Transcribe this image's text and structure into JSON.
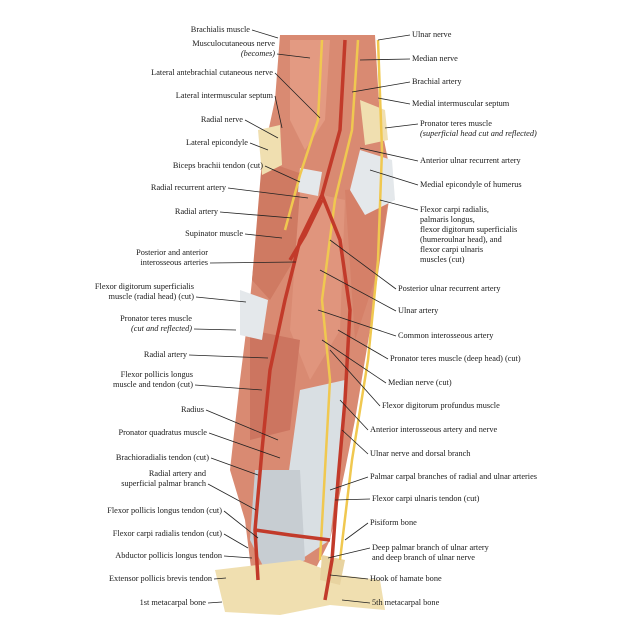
{
  "left_labels": [
    {
      "id": "brachialis",
      "lines": [
        "Brachialis muscle"
      ]
    },
    {
      "id": "musculocutaneous",
      "lines": [
        "Musculocutaneous nerve",
        "(becomes)"
      ]
    },
    {
      "id": "lat-antebrachial",
      "lines": [
        "Lateral antebrachial cutaneous nerve"
      ]
    },
    {
      "id": "lat-intermuscular",
      "lines": [
        "Lateral intermuscular septum"
      ]
    },
    {
      "id": "radial-nerve",
      "lines": [
        "Radial nerve"
      ]
    },
    {
      "id": "lat-epicondyle",
      "lines": [
        "Lateral epicondyle"
      ]
    },
    {
      "id": "biceps-tendon",
      "lines": [
        "Biceps brachii tendon (cut)"
      ]
    },
    {
      "id": "radial-recurrent",
      "lines": [
        "Radial recurrent artery"
      ]
    },
    {
      "id": "radial-artery-1",
      "lines": [
        "Radial artery"
      ]
    },
    {
      "id": "supinator",
      "lines": [
        "Supinator muscle"
      ]
    },
    {
      "id": "post-ant-interosseous",
      "lines": [
        "Posterior and anterior",
        "interosseous arteries"
      ]
    },
    {
      "id": "fds-radial-head",
      "lines": [
        "Flexor digitorum superficialis",
        "muscle (radial head) (cut)"
      ]
    },
    {
      "id": "pronator-teres-cut",
      "lines": [
        "Pronator teres muscle",
        "(cut and reflected)"
      ]
    },
    {
      "id": "radial-artery-2",
      "lines": [
        "Radial artery"
      ]
    },
    {
      "id": "fpl-muscle",
      "lines": [
        "Flexor pollicis longus",
        "muscle and tendon (cut)"
      ]
    },
    {
      "id": "radius",
      "lines": [
        "Radius"
      ]
    },
    {
      "id": "pronator-quadratus",
      "lines": [
        "Pronator quadratus muscle"
      ]
    },
    {
      "id": "brachioradialis-tendon",
      "lines": [
        "Brachioradialis tendon (cut)"
      ]
    },
    {
      "id": "radial-superficial-palmar",
      "lines": [
        "Radial artery and",
        "superficial palmar branch"
      ]
    },
    {
      "id": "fpl-tendon",
      "lines": [
        "Flexor pollicis longus tendon (cut)"
      ]
    },
    {
      "id": "fcr-tendon",
      "lines": [
        "Flexor carpi radialis tendon (cut)"
      ]
    },
    {
      "id": "apl-tendon",
      "lines": [
        "Abductor pollicis longus tendon"
      ]
    },
    {
      "id": "epb-tendon",
      "lines": [
        "Extensor pollicis brevis tendon"
      ]
    },
    {
      "id": "metacarpal-1",
      "lines": [
        "1st metacarpal bone"
      ]
    }
  ],
  "right_labels": [
    {
      "id": "ulnar-nerve",
      "lines": [
        "Ulnar nerve"
      ]
    },
    {
      "id": "median-nerve",
      "lines": [
        "Median nerve"
      ]
    },
    {
      "id": "brachial-artery",
      "lines": [
        "Brachial artery"
      ]
    },
    {
      "id": "med-intermuscular",
      "lines": [
        "Medial intermuscular septum"
      ]
    },
    {
      "id": "pronator-teres-sup",
      "lines": [
        "Pronator teres muscle",
        "(superficial head cut and reflected)"
      ]
    },
    {
      "id": "ant-ulnar-recurrent",
      "lines": [
        "Anterior ulnar recurrent artery"
      ]
    },
    {
      "id": "med-epicondyle",
      "lines": [
        "Medial epicondyle of humerus"
      ]
    },
    {
      "id": "flexor-group",
      "lines": [
        "Flexor carpi radialis,",
        "palmaris longus,",
        "flexor digitorum superficialis",
        "(humeroulnar head), and",
        "flexor carpi ulnaris",
        "muscles (cut)"
      ]
    },
    {
      "id": "post-ulnar-recurrent",
      "lines": [
        "Posterior ulnar recurrent artery"
      ]
    },
    {
      "id": "ulnar-artery",
      "lines": [
        "Ulnar artery"
      ]
    },
    {
      "id": "common-interosseous",
      "lines": [
        "Common interosseous artery"
      ]
    },
    {
      "id": "pronator-deep",
      "lines": [
        "Pronator teres muscle (deep head) (cut)"
      ]
    },
    {
      "id": "median-nerve-cut",
      "lines": [
        "Median nerve (cut)"
      ]
    },
    {
      "id": "fdp-muscle",
      "lines": [
        "Flexor digitorum profundus muscle"
      ]
    },
    {
      "id": "ant-interosseous",
      "lines": [
        "Anterior interosseous artery and nerve"
      ]
    },
    {
      "id": "ulnar-dorsal",
      "lines": [
        "Ulnar nerve and dorsal branch"
      ]
    },
    {
      "id": "palmar-carpal",
      "lines": [
        "Palmar carpal branches of radial and ulnar arteries"
      ]
    },
    {
      "id": "fcu-tendon",
      "lines": [
        "Flexor carpi ulnaris tendon (cut)"
      ]
    },
    {
      "id": "pisiform",
      "lines": [
        "Pisiform bone"
      ]
    },
    {
      "id": "deep-palmar",
      "lines": [
        "Deep palmar branch of ulnar artery",
        "and deep branch of ulnar nerve"
      ]
    },
    {
      "id": "hamate",
      "lines": [
        "Hook of hamate bone"
      ]
    },
    {
      "id": "metacarpal-5",
      "lines": [
        "5th metacarpal bone"
      ]
    }
  ],
  "colors": {
    "muscle": "#d98a72",
    "muscle_dark": "#b85a45",
    "tendon": "#dfe3e6",
    "bone": "#f0dfb0",
    "artery": "#c23a2a",
    "nerve": "#f0c850",
    "leader": "#222222"
  }
}
